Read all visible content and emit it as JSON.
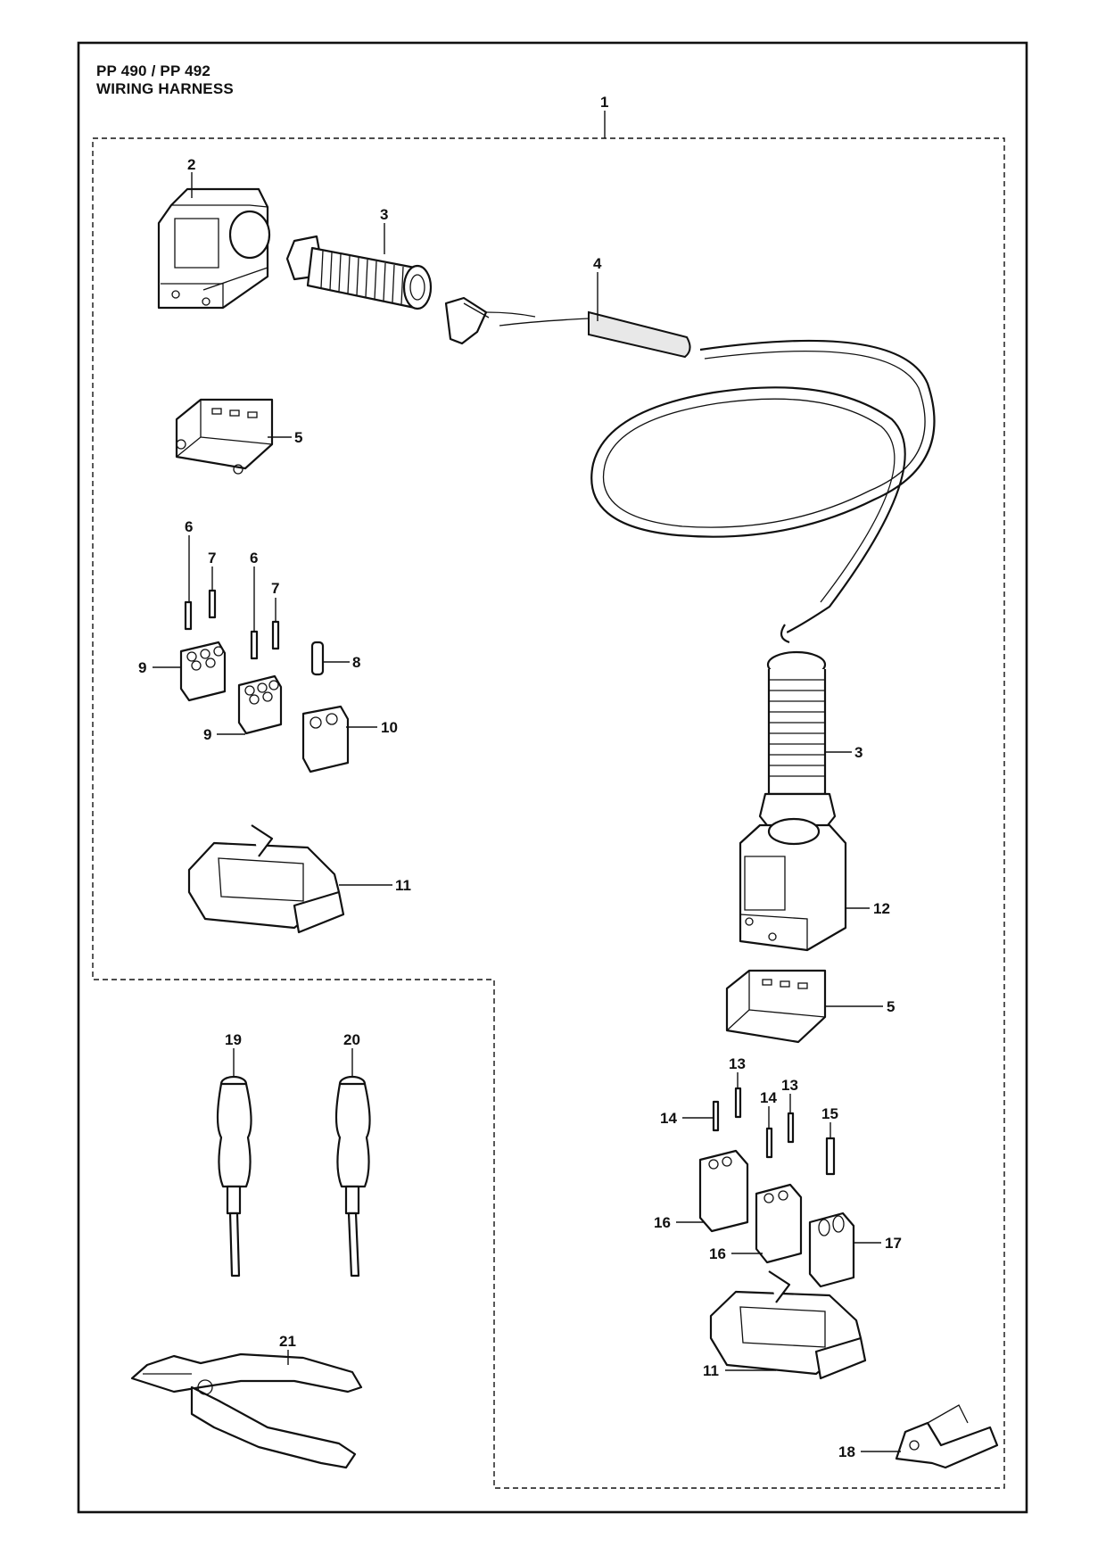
{
  "header": {
    "model": "PP 490 / PP 492",
    "section": "WIRING HARNESS"
  },
  "callouts": [
    {
      "id": "c1",
      "label": "1"
    },
    {
      "id": "c2",
      "label": "2"
    },
    {
      "id": "c3a",
      "label": "3"
    },
    {
      "id": "c4",
      "label": "4"
    },
    {
      "id": "c5a",
      "label": "5"
    },
    {
      "id": "c6a",
      "label": "6"
    },
    {
      "id": "c7a",
      "label": "7"
    },
    {
      "id": "c6b",
      "label": "6"
    },
    {
      "id": "c7b",
      "label": "7"
    },
    {
      "id": "c9a",
      "label": "9"
    },
    {
      "id": "c8",
      "label": "8"
    },
    {
      "id": "c9b",
      "label": "9"
    },
    {
      "id": "c10",
      "label": "10"
    },
    {
      "id": "c3b",
      "label": "3"
    },
    {
      "id": "c11a",
      "label": "11"
    },
    {
      "id": "c12",
      "label": "12"
    },
    {
      "id": "c5b",
      "label": "5"
    },
    {
      "id": "c19",
      "label": "19"
    },
    {
      "id": "c20",
      "label": "20"
    },
    {
      "id": "c13a",
      "label": "13"
    },
    {
      "id": "c13b",
      "label": "13"
    },
    {
      "id": "c14a",
      "label": "14"
    },
    {
      "id": "c14b",
      "label": "14"
    },
    {
      "id": "c15",
      "label": "15"
    },
    {
      "id": "c16a",
      "label": "16"
    },
    {
      "id": "c16b",
      "label": "16"
    },
    {
      "id": "c17",
      "label": "17"
    },
    {
      "id": "c21",
      "label": "21"
    },
    {
      "id": "c11b",
      "label": "11"
    },
    {
      "id": "c18",
      "label": "18"
    }
  ]
}
